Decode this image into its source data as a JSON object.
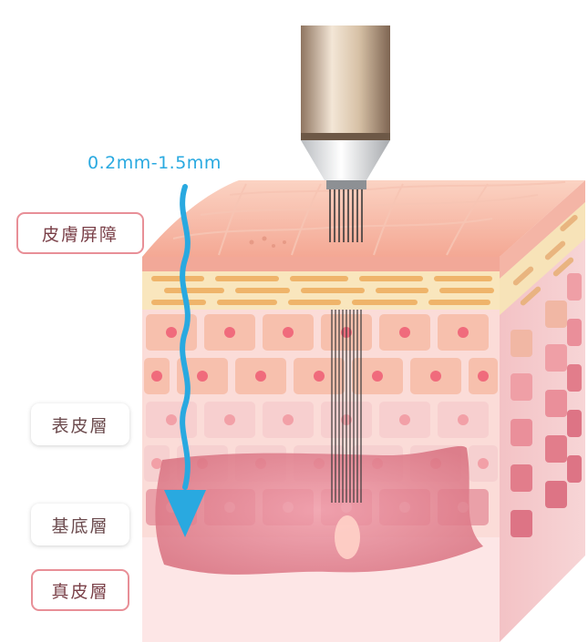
{
  "depth_label": "0.2mm-1.5mm",
  "labels": {
    "barrier": "皮膚屏障",
    "epidermis": "表皮層",
    "basal": "基底層",
    "dermis": "真皮層"
  },
  "colors": {
    "arrow": "#29a9e0",
    "label_border": "#e88f97",
    "skin_top": "#f7b9a4",
    "lipid_layer": "#f6d9a8",
    "dermis": "#fbe2e3"
  }
}
